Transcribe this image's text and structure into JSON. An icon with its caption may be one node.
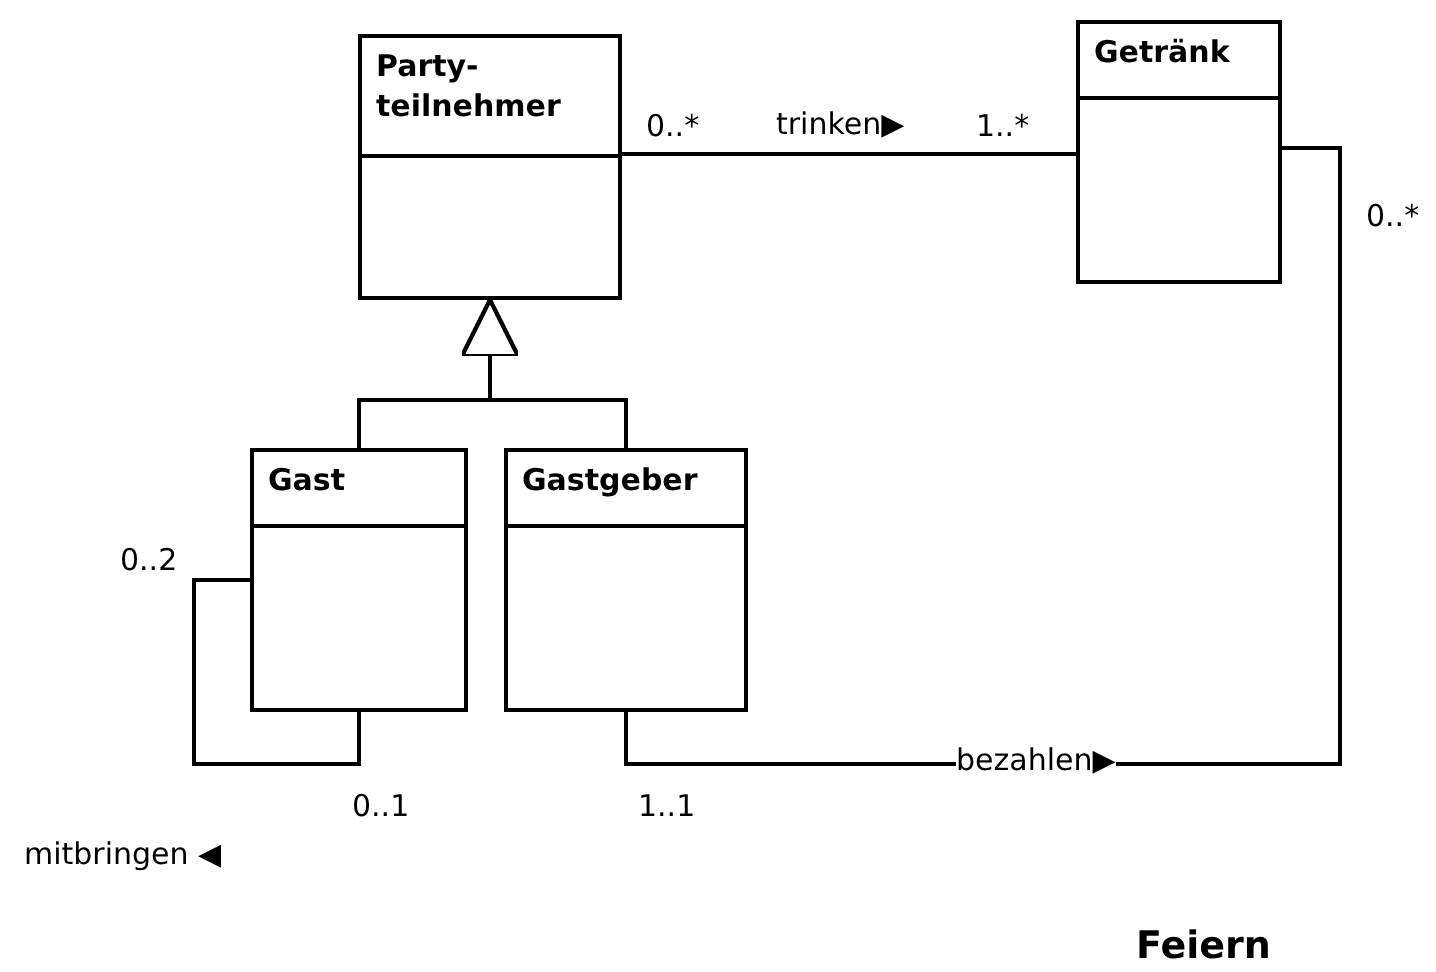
{
  "diagram": {
    "title": "Feiern",
    "nodes": [
      {
        "text": [
          "Party- teilnehmer"
        ]
      },
      {
        "text": [
          "Getränk"
        ]
      },
      {
        "text": [
          "Gast"
        ]
      },
      {
        "text": [
          "Gastgeber"
        ]
      }
    ],
    "edges": [
      {
        "from": 2,
        "to": 0,
        "arrow": "to"
      },
      {
        "from": 3,
        "to": 0,
        "arrow": "to"
      },
      {
        "from": 0,
        "to": 1,
        "arrow": "none",
        "label": "trinken▶"
      },
      {
        "from": 1,
        "to": 3,
        "arrow": "none",
        "label": "bezahlen▶"
      },
      {
        "from": 2,
        "to": 2,
        "arrow": "none"
      }
    ],
    "labels": [
      "0..*",
      "1..*",
      "0..*",
      "0..2",
      "0..1",
      "1..1",
      "mitbringen ◀"
    ]
  }
}
